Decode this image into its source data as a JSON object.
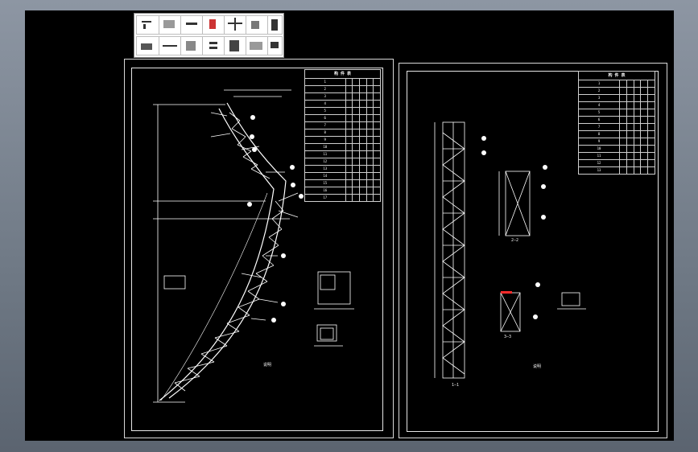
{
  "colors": {
    "background": "#000000",
    "line": "#ffffff",
    "accent": "#ff2b2b",
    "frame": "#e6e6e6"
  },
  "toolbar_icons": [
    "tool-1",
    "tool-2",
    "tool-3",
    "tool-4",
    "tool-5",
    "tool-6",
    "tool-7",
    "tool-8",
    "tool-9",
    "tool-10",
    "tool-11",
    "tool-12",
    "tool-13",
    "tool-14"
  ],
  "sheet1": {
    "table_title": "构 件 表",
    "rows": [
      "1",
      "2",
      "3",
      "4",
      "5",
      "6",
      "7",
      "8",
      "9",
      "10",
      "11",
      "12",
      "13",
      "14",
      "15",
      "16",
      "17"
    ],
    "notes_title": "说明"
  },
  "sheet2": {
    "table_title": "构 件 表",
    "rows": [
      "1",
      "2",
      "3",
      "4",
      "5",
      "6",
      "7",
      "8",
      "9",
      "10",
      "11",
      "12",
      "13"
    ],
    "views": [
      "1—1",
      "2—2",
      "3—3"
    ],
    "notes_title": "说明"
  }
}
